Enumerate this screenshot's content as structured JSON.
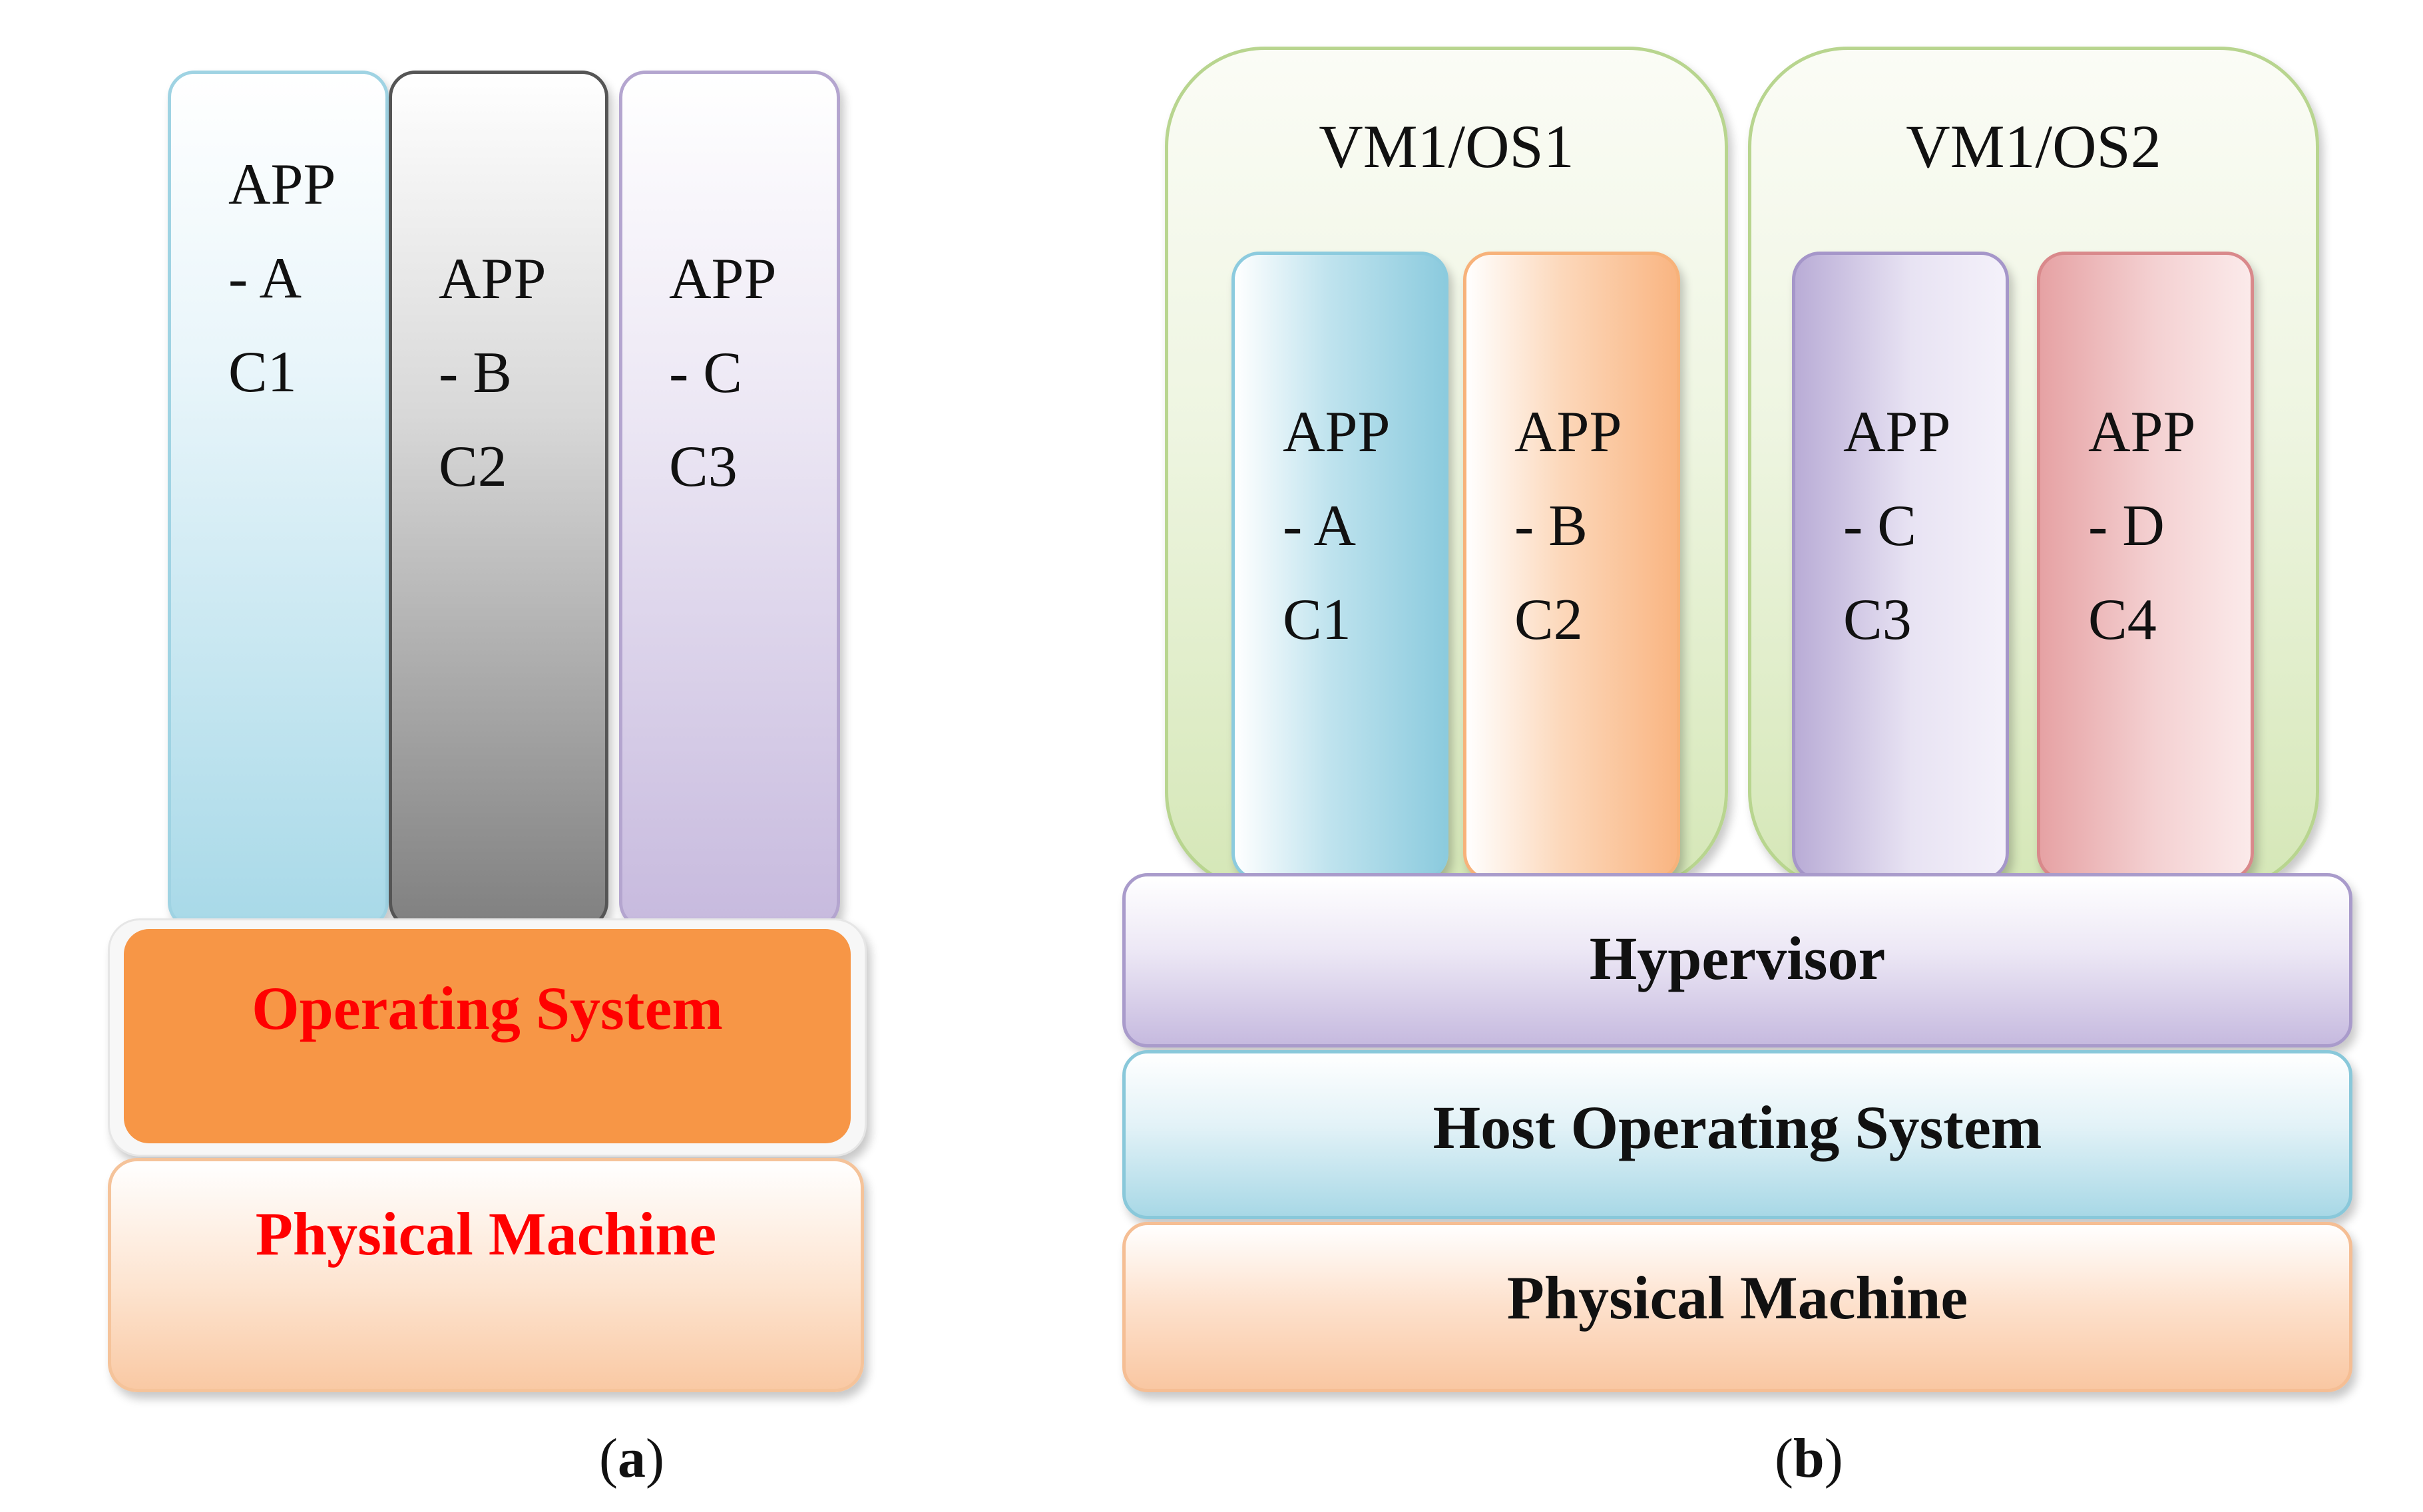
{
  "panel_a": {
    "apps": [
      {
        "text": "APP\n- A\nC1"
      },
      {
        "text": "APP\n- B\nC2"
      },
      {
        "text": "APP\n- C\nC3"
      }
    ],
    "os_label": "Operating System",
    "physical_label": "Physical Machine",
    "caption": {
      "open": "(",
      "letter": "a",
      "close": ")"
    }
  },
  "panel_b": {
    "vm1_title": "VM1/OS1",
    "vm2_title": "VM1/OS2",
    "apps": [
      {
        "text": "APP\n- A\nC1"
      },
      {
        "text": "APP\n- B\nC2"
      },
      {
        "text": "APP\n- C\nC3"
      },
      {
        "text": "APP\n- D\nC4"
      }
    ],
    "hypervisor_label": "Hypervisor",
    "host_os_label": "Host Operating System",
    "physical_label": "Physical Machine",
    "caption": {
      "open": "(",
      "letter": "b",
      "close": ")"
    }
  },
  "colors": {
    "os_fill": "#f79646",
    "red_text": "#ff0000",
    "vm_border": "#b8d58f",
    "app_blue": "#8ccbde",
    "app_gray": "#808080",
    "app_purple": "#b4a5cf",
    "app_orange": "#f9b582",
    "app_red": "#e6a2a4"
  }
}
